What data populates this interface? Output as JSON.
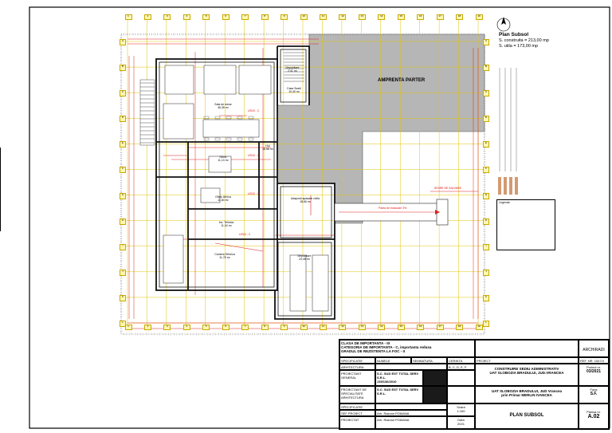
{
  "plan": {
    "title": "Plan Subsol",
    "built_area": "S. construita = 213,00 mp",
    "useful_area": "S. utila = 173,00 mp",
    "footprint_label": "AMPRENTA PARTER",
    "grid_cols": [
      "1",
      "2",
      "3",
      "4",
      "5",
      "6",
      "7",
      "8",
      "9",
      "10",
      "11",
      "12",
      "13",
      "14",
      "15",
      "16",
      "17",
      "18",
      "19"
    ],
    "grid_rows": [
      "A",
      "B",
      "C",
      "D",
      "E",
      "F",
      "G",
      "H",
      "I",
      "J",
      "K",
      "L"
    ],
    "rooms": [
      {
        "name": "Depozitare",
        "area": "2,41 m²"
      },
      {
        "name": "Sala de mese",
        "area": "46,35 m²"
      },
      {
        "name": "Hol",
        "area": "18,58 m²"
      },
      {
        "name": "Oficiu",
        "area": "11,13 m²"
      },
      {
        "name": "Oficiu Arhiva",
        "area": "11,84 m²"
      },
      {
        "name": "Adaposit apasare civila",
        "area": "18,66 m²"
      },
      {
        "name": "Inc. Tehnica",
        "area": "11,34 m²"
      },
      {
        "name": "Camera Tehnica",
        "area": "11,78 m²"
      },
      {
        "name": "Depozitare",
        "area": "24,08 m²"
      },
      {
        "name": "Casa Scarii",
        "area": "10,40 m²"
      }
    ],
    "annotations": [
      "US15 - C",
      "US15 - C",
      "US15 - C",
      "US15 - C",
      "IESIRE DE SALVARE",
      "Panta de evacuare 3%"
    ]
  },
  "legend_title": "Legenda",
  "title_block": {
    "class1": "CLASA DE IMPORTANTA - III",
    "class2": "CATEGORIA DE IMPORTANTA - C, importanta redusa",
    "class3": "GRADUL DE REZISTENTA LA FOC - II",
    "col_specificatie": "SPECIFICATIE",
    "col_numele": "NUMELE",
    "col_semnatura": "SEMNATURA",
    "col_cerinta": "CERINTA",
    "arhitectura": "ARHITECTURA",
    "proiectant_general": "PROIECTANT GENERAL",
    "proiectant_spec": "PROIECTANT DE SPECIALITATE ARHITECTURA",
    "sef_proiect": "SEF PROIECT",
    "desenat": "PROIECTAT",
    "firm": "S.C. SUD EST TOTAL SERV S.R.L.",
    "firm_reg": "J39/136/2010",
    "firm2": "S.C. SUD EST TOTAL SERV S.R.L.",
    "person1": "Arh. Razvan POMANA",
    "person2": "Arh. Razvan POMANA",
    "cerinta_val": "B, C, D, E, F",
    "scara_label": "Scara",
    "scara_val": "1:100",
    "data_label": "Data",
    "data_val": "2021",
    "proiect_label": "PROIECT",
    "project_name": "CONSTRUIRE SEDIU ADMINISTRATIV",
    "project_loc": "UAT SLOBOZIA BRADULUI, JUD.VRANCEA",
    "beneficiar": "UAT SLOBOZIA BRADULUI, JUD Vrancea",
    "beneficiar2": "prin Primar MERLIN IVANCEA",
    "drawing_title": "PLAN SUBSOL",
    "ref_label": "REF. NR. 1547/4",
    "proiect_nr_label": "Proiect nr.",
    "proiect_nr": "03/2021",
    "faza_label": "Faza",
    "faza": "S.F.",
    "plansa_label": "Plansa nr.",
    "plansa": "A.02",
    "logo": "ARCHIRADI"
  }
}
